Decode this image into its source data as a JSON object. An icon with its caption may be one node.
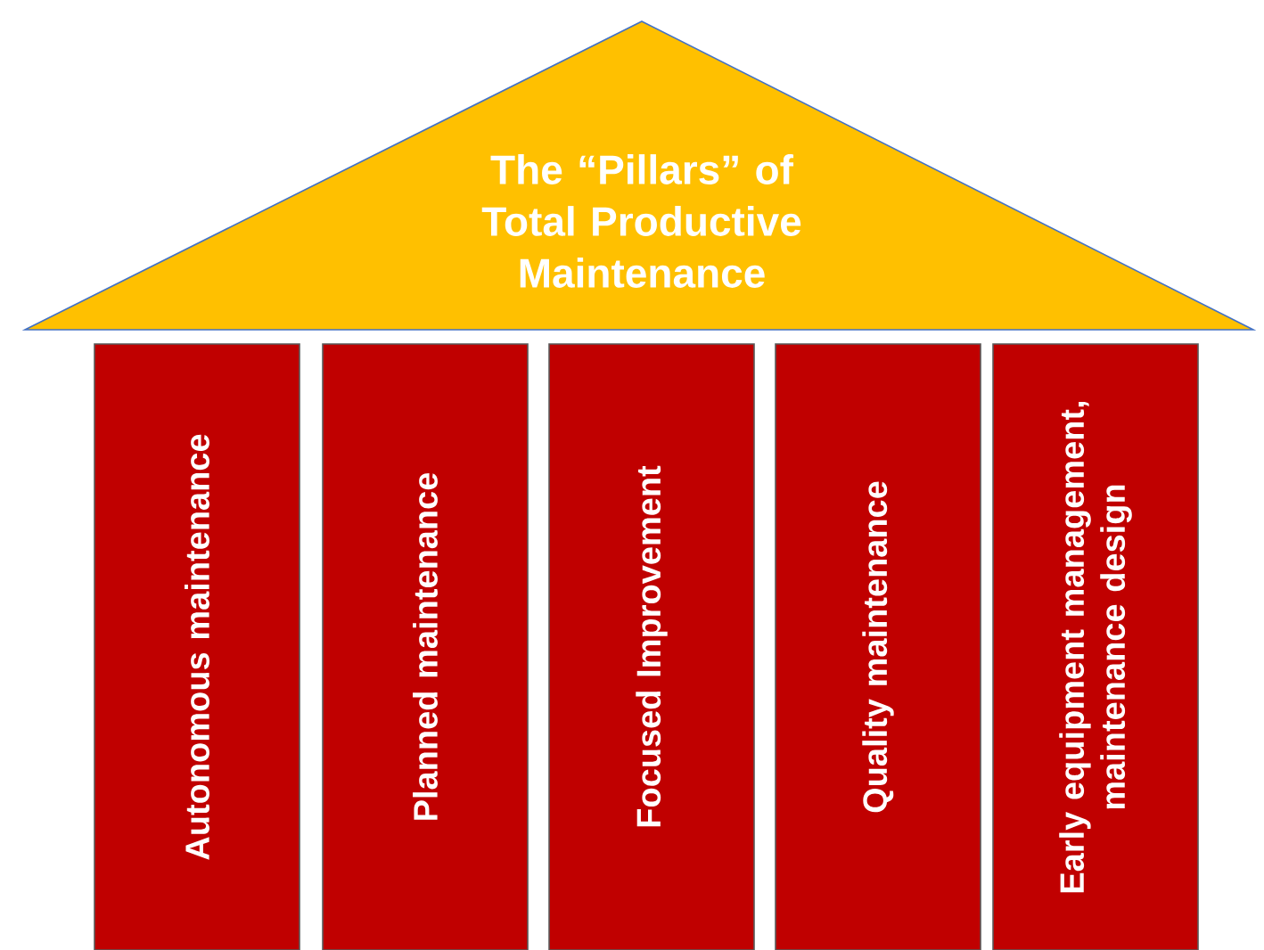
{
  "diagram": {
    "nodes": [
      {
        "text": [
          "The “Pillars” of Total Productive Maintenance"
        ]
      },
      {
        "text": [
          "Autonomous maintenance"
        ]
      },
      {
        "text": [
          "Planned maintenance"
        ]
      },
      {
        "text": [
          "Focused Improvement"
        ]
      },
      {
        "text": [
          "Quality maintenance"
        ]
      },
      {
        "text": [
          "Early equipment management, maintenance design"
        ]
      }
    ]
  }
}
